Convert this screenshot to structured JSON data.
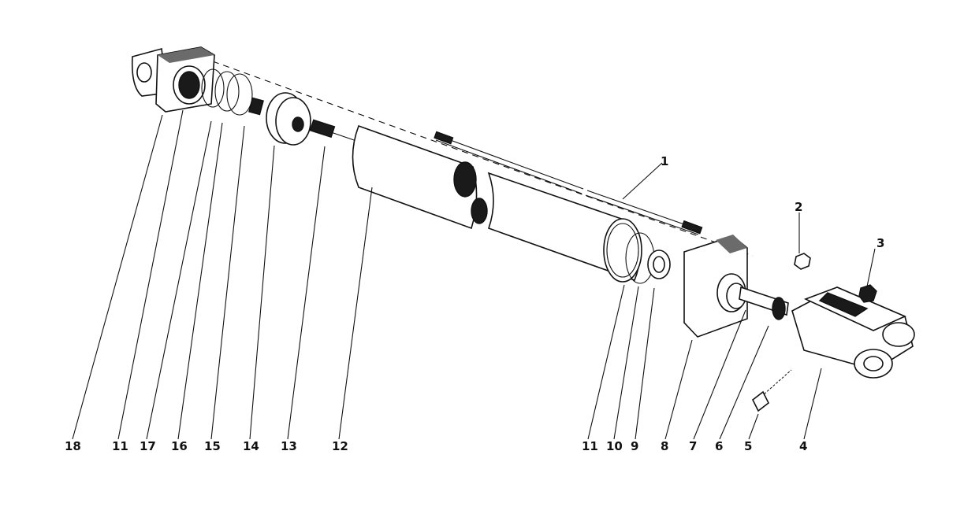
{
  "diagram": {
    "callouts": [
      {
        "label": "1"
      },
      {
        "label": "2"
      },
      {
        "label": "3"
      },
      {
        "label": "4"
      },
      {
        "label": "5"
      },
      {
        "label": "6"
      },
      {
        "label": "7"
      },
      {
        "label": "8"
      },
      {
        "label": "9"
      },
      {
        "label": "10"
      },
      {
        "label": "11"
      },
      {
        "label": "11"
      },
      {
        "label": "12"
      },
      {
        "label": "13"
      },
      {
        "label": "14"
      },
      {
        "label": "15"
      },
      {
        "label": "16"
      },
      {
        "label": "17"
      },
      {
        "label": "18"
      }
    ]
  },
  "colors": {
    "ink": "#111111",
    "background": "#ffffff"
  }
}
